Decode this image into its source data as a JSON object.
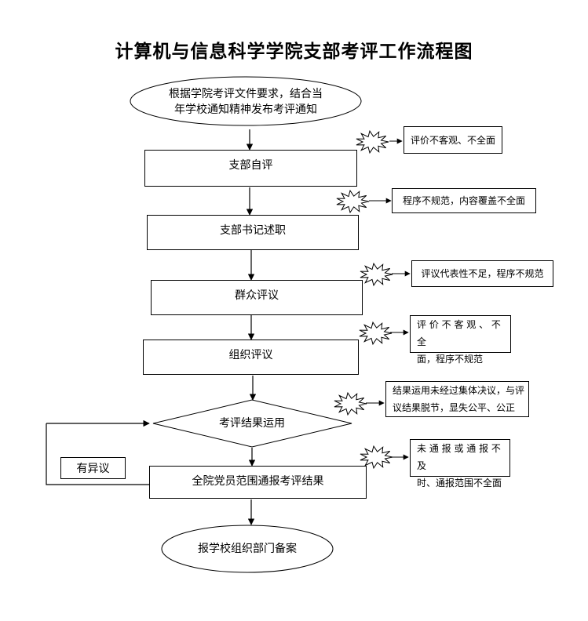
{
  "title": "计算机与信息科学学院支部考评工作流程图",
  "start": {
    "line1": "根据学院考评文件要求，结合当",
    "line2": "年学校通知精神发布考评通知"
  },
  "steps": {
    "self_review": "支部自评",
    "secretary_report": "支部书记述职",
    "mass_review": "群众评议",
    "org_review": "组织评议",
    "result_use": "考评结果运用",
    "notify": "全院党员范围通报考评结果"
  },
  "end": "报学校组织部门备案",
  "objection": "有异议",
  "risks": {
    "r1": "评价不客观、不全面",
    "r2": "程序不规范，内容覆盖不全面",
    "r3": "评议代表性不足，程序不规范",
    "r4_line1": "评 价 不 客 观 、 不 全",
    "r4_line2": "面，程序不规范",
    "r5_line1": "结果运用未经过集体决议，与评",
    "r5_line2": "议结果脱节，显失公平、公正",
    "r6_line1": "未 通 报 或 通 报 不 及",
    "r6_line2": "时、通报范围不全面"
  }
}
